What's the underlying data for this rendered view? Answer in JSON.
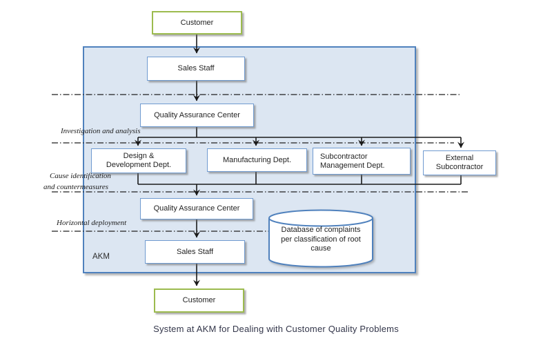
{
  "caption": "System at AKM for Dealing with Customer Quality Problems",
  "akm_label": "AKM",
  "nodes": {
    "customer_top": "Customer",
    "sales_staff_top": "Sales Staff",
    "qa_center_top": "Quality Assurance Center",
    "design_line1": "Design &",
    "design_line2": "Development Dept.",
    "manufacturing": "Manufacturing Dept.",
    "subcontractor_line1": "Subcontractor",
    "subcontractor_line2": "Management Dept.",
    "external_line1": "External",
    "external_line2": "Subcontractor",
    "qa_center_bottom": "Quality Assurance Center",
    "sales_staff_bottom": "Sales Staff",
    "customer_bottom": "Customer"
  },
  "stage_labels": {
    "investigation": "Investigation and analysis",
    "cause_line1": "Cause identification",
    "cause_line2": "and countermeasures",
    "horizontal": "Horizontal deployment"
  },
  "database": {
    "line1": "Database of complaints",
    "line2": "per classification of root",
    "line3": "cause"
  },
  "colors": {
    "container_fill": "#dce6f2",
    "container_border": "#4f81bd",
    "box_border_blue": "#6f9ad0",
    "box_border_green": "#9cbb4e",
    "connector": "#1a1a1a"
  }
}
